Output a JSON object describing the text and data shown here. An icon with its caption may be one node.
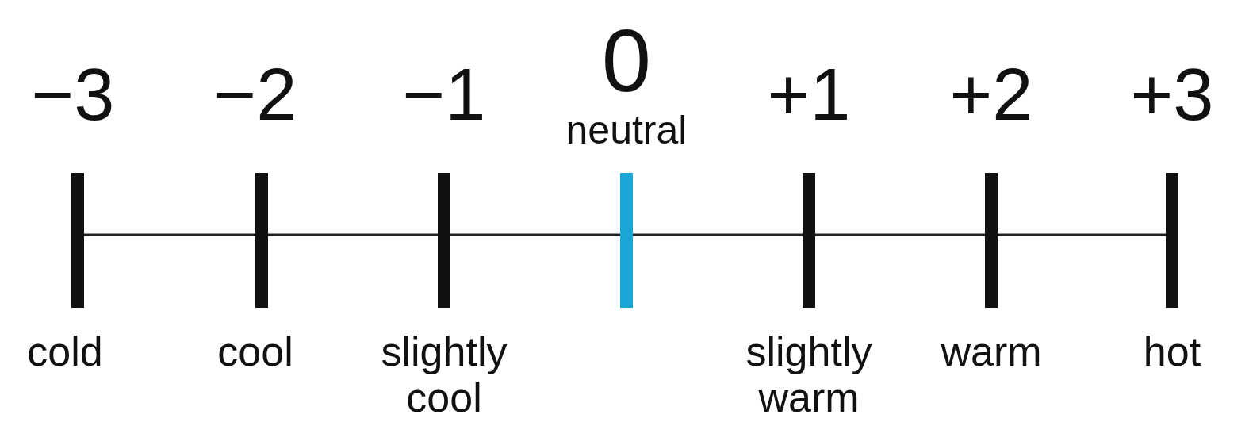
{
  "diagram": {
    "labels": [
      "−3",
      "−2",
      "−1",
      "0",
      "+1",
      "+2",
      "+3",
      "neutral",
      "cold",
      "cool",
      "slightly cool",
      "slightly warm",
      "warm",
      "hot"
    ]
  }
}
